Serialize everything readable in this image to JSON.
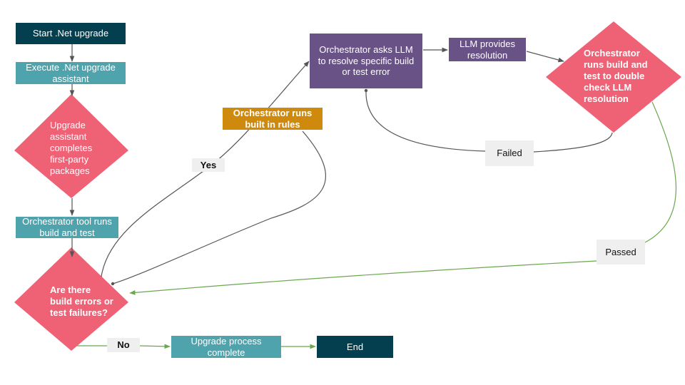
{
  "colors": {
    "dark_box": "#033f4f",
    "teal_box": "#4fa3ad",
    "purple_box": "#685286",
    "orange_box": "#cf8a0e",
    "decision": "#ef6276",
    "label_bg": "#efefef",
    "edge_gray": "#555555",
    "edge_green": "#6aa84f"
  },
  "nodes": {
    "start": "Start .Net upgrade",
    "execute_assistant": "Execute .Net upgrade assistant",
    "assistant_completes": "Upgrade assistant completes first-party packages",
    "orchestrator_build": "Orchestrator tool runs build and test",
    "build_errors": "Are there build errors or test failures?",
    "orchestrator_rules": "Orchestrator runs built in rules",
    "ask_llm": "Orchestrator asks LLM to resolve specific build or test error",
    "llm_resolution": "LLM provides resolution",
    "double_check": "Orchestrator runs build and test to double check LLM resolution",
    "upgrade_complete": "Upgrade process complete",
    "end": "End"
  },
  "edge_labels": {
    "yes": "Yes",
    "no": "No",
    "failed": "Failed",
    "passed": "Passed"
  }
}
